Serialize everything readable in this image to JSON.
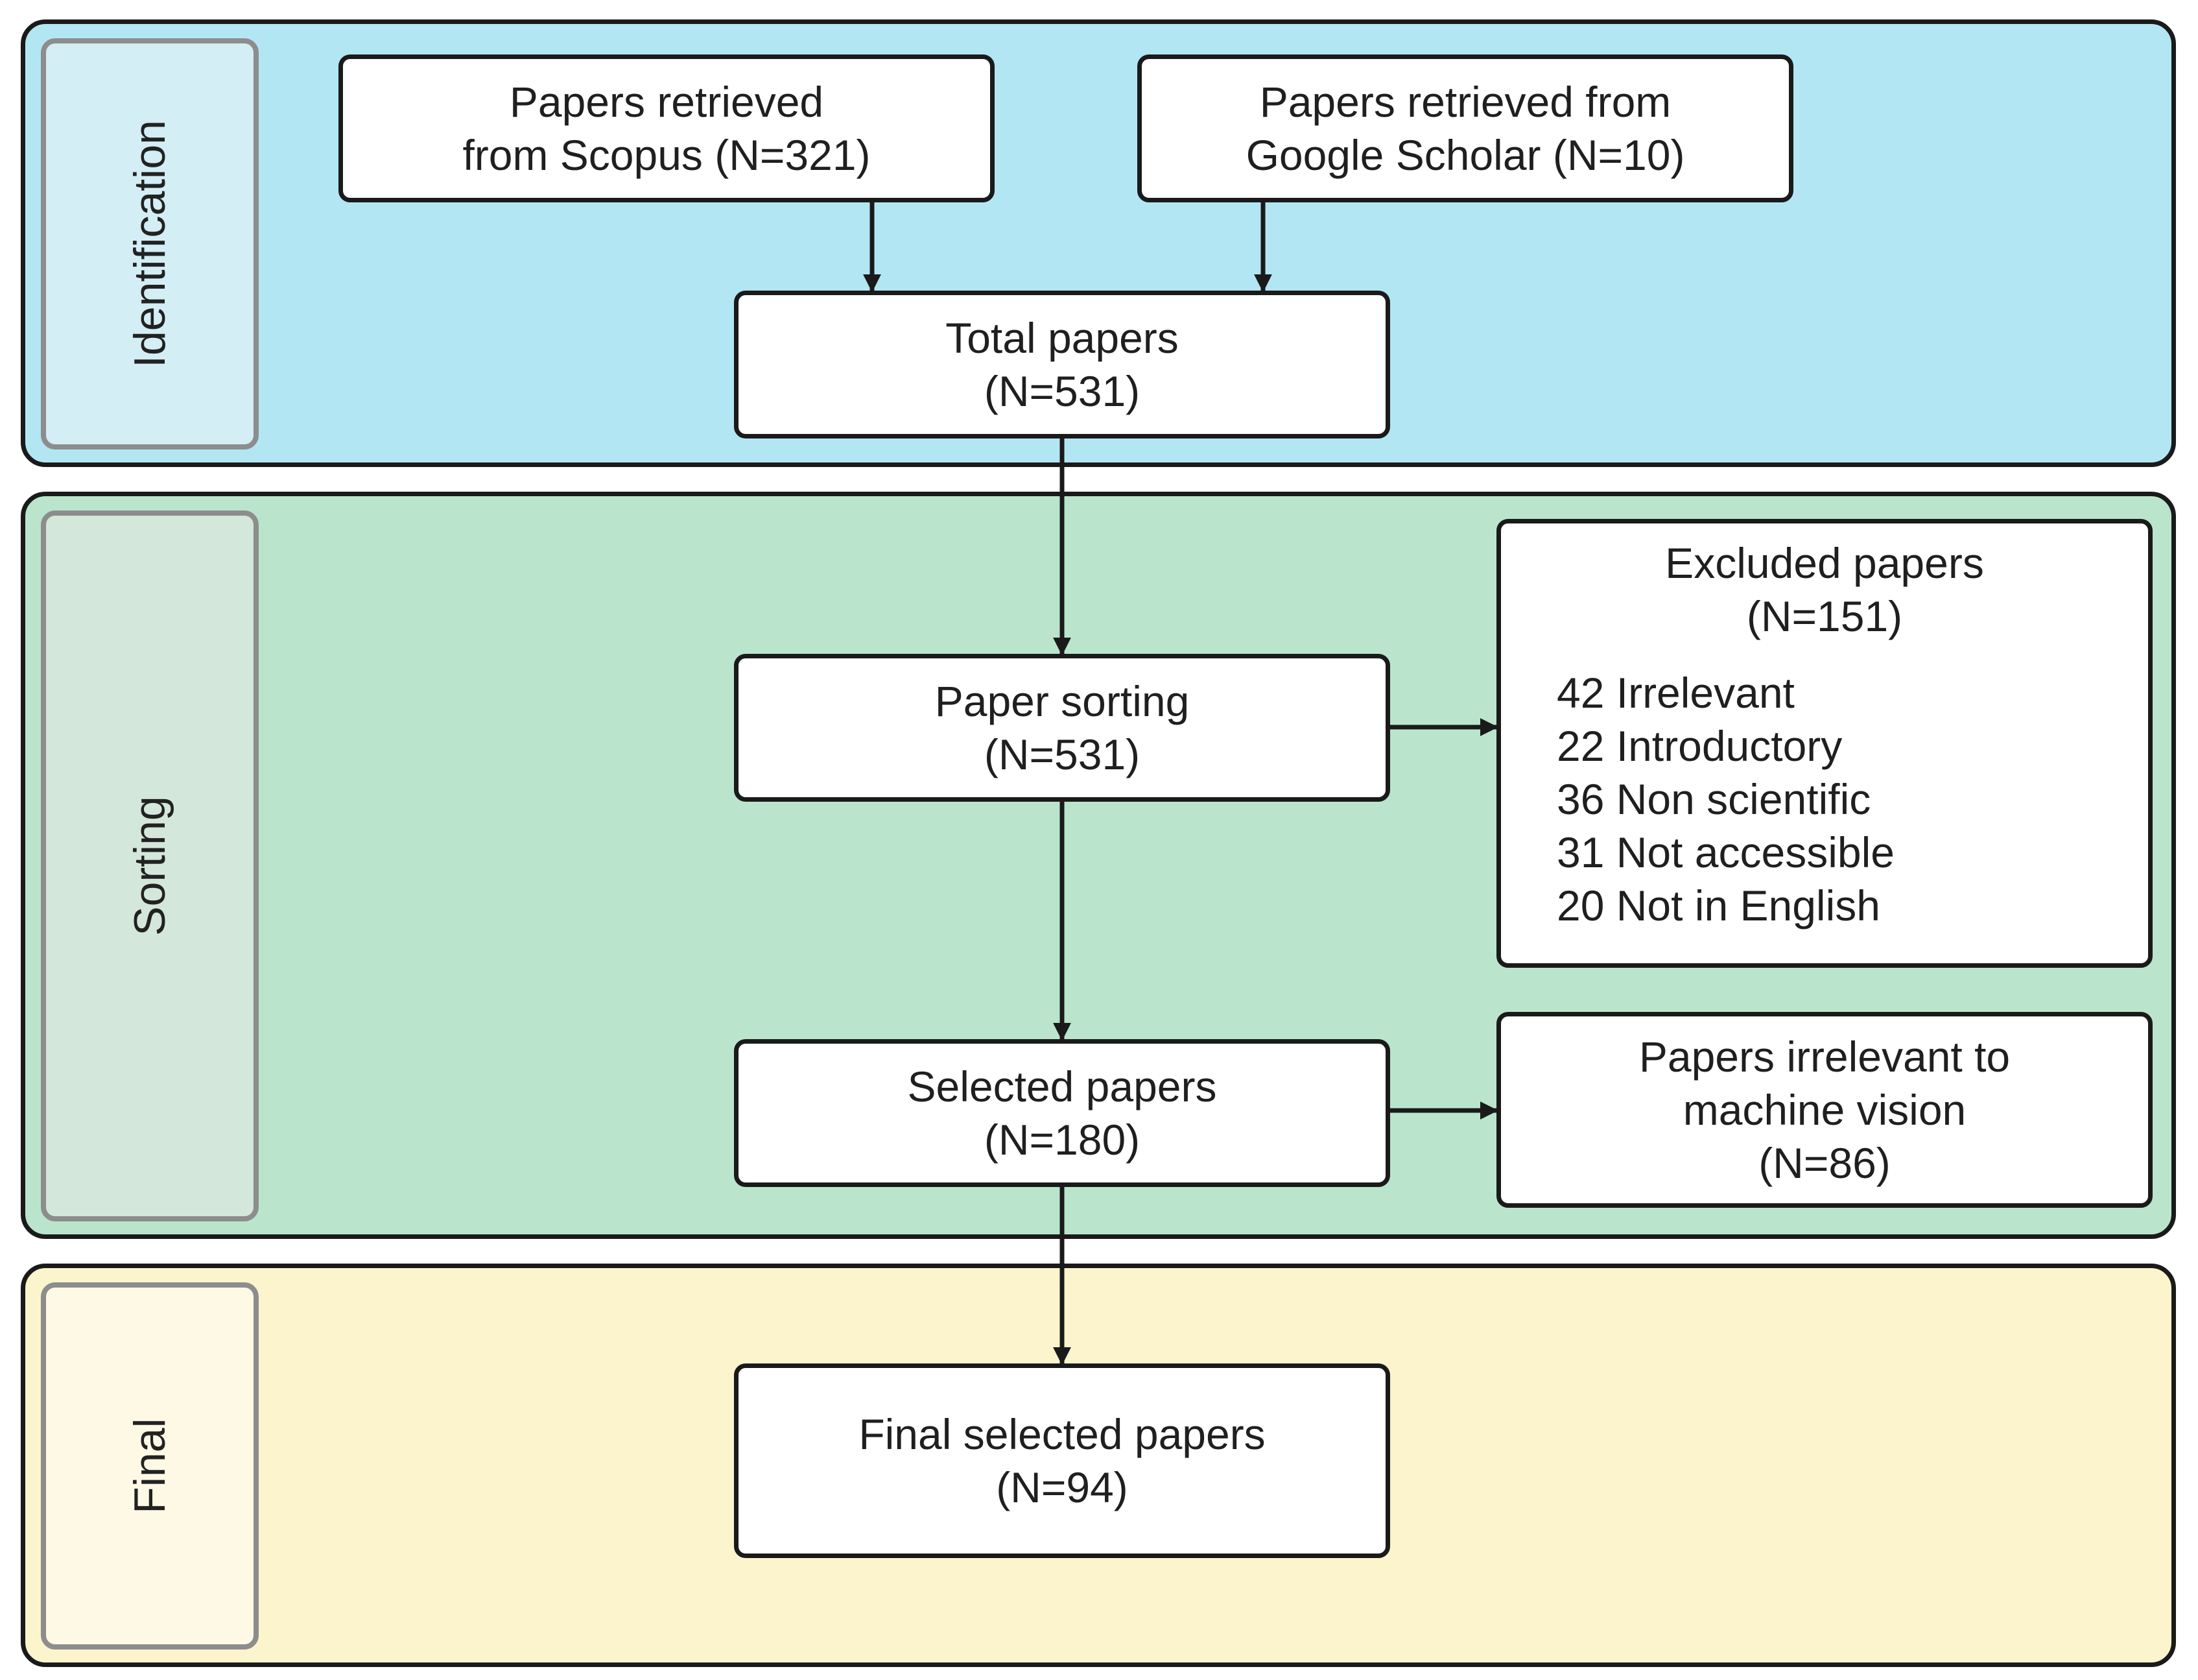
{
  "stages": {
    "identification": "Identification",
    "sorting": "Sorting",
    "final": "Final"
  },
  "boxes": {
    "scopus": [
      "Papers retrieved",
      "from Scopus (N=321)"
    ],
    "scholar": [
      "Papers retrieved from",
      "Google Scholar (N=10)"
    ],
    "total": [
      "Total papers",
      "(N=531)"
    ],
    "sorting": [
      "Paper sorting",
      "(N=531)"
    ],
    "excluded": {
      "title": [
        "Excluded papers",
        "(N=151)"
      ],
      "reasons": [
        "42 Irrelevant",
        "22 Introductory",
        "36 Non scientific",
        "31 Not accessible",
        "20 Not in English"
      ]
    },
    "selected": [
      "Selected papers",
      "(N=180)"
    ],
    "irrelevant": [
      "Papers irrelevant to",
      "machine vision",
      "(N=86)"
    ],
    "final": [
      "Final selected papers",
      "(N=94)"
    ]
  },
  "colors": {
    "identification_bg": "#b3e6f3",
    "sorting_bg": "#bae5cc",
    "final_bg": "#fbf4cd",
    "stroke": "#1a1a1a",
    "tag_border": "#8d8d8d"
  }
}
